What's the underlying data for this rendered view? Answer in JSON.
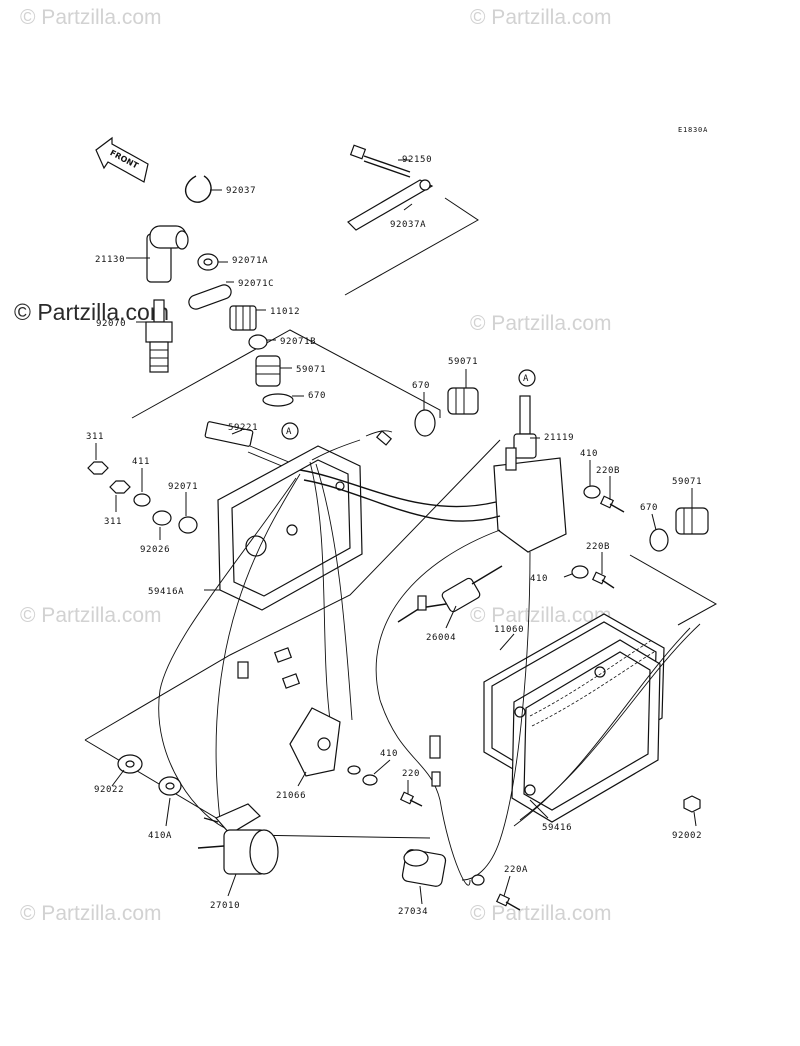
{
  "diagram": {
    "code": "E1830A",
    "front_label": "FRONT",
    "ref_marker": "A",
    "watermark_main": "© Partzilla.com",
    "watermark_faint": "© Partzilla.com"
  },
  "parts": [
    {
      "id": "p-92150",
      "number": "92150"
    },
    {
      "id": "p-92037A",
      "number": "92037A"
    },
    {
      "id": "p-92037",
      "number": "92037"
    },
    {
      "id": "p-21130",
      "number": "21130"
    },
    {
      "id": "p-92071A",
      "number": "92071A"
    },
    {
      "id": "p-92071C",
      "number": "92071C"
    },
    {
      "id": "p-11012",
      "number": "11012"
    },
    {
      "id": "p-92070",
      "number": "92070"
    },
    {
      "id": "p-92071B",
      "number": "92071B"
    },
    {
      "id": "p-59071a",
      "number": "59071"
    },
    {
      "id": "p-670a",
      "number": "670"
    },
    {
      "id": "p-59221",
      "number": "59221"
    },
    {
      "id": "p-311a",
      "number": "311"
    },
    {
      "id": "p-411",
      "number": "411"
    },
    {
      "id": "p-311b",
      "number": "311"
    },
    {
      "id": "p-92071",
      "number": "92071"
    },
    {
      "id": "p-92026",
      "number": "92026"
    },
    {
      "id": "p-59416A",
      "number": "59416A"
    },
    {
      "id": "p-59071b",
      "number": "59071"
    },
    {
      "id": "p-670b",
      "number": "670"
    },
    {
      "id": "p-21119",
      "number": "21119"
    },
    {
      "id": "p-410a",
      "number": "410"
    },
    {
      "id": "p-220Ba",
      "number": "220B"
    },
    {
      "id": "p-59071c",
      "number": "59071"
    },
    {
      "id": "p-670c",
      "number": "670"
    },
    {
      "id": "p-220Bb",
      "number": "220B"
    },
    {
      "id": "p-410b",
      "number": "410"
    },
    {
      "id": "p-26004",
      "number": "26004"
    },
    {
      "id": "p-11060",
      "number": "11060"
    },
    {
      "id": "p-92022",
      "number": "92022"
    },
    {
      "id": "p-410A",
      "number": "410A"
    },
    {
      "id": "p-21066",
      "number": "21066"
    },
    {
      "id": "p-410c",
      "number": "410"
    },
    {
      "id": "p-220",
      "number": "220"
    },
    {
      "id": "p-59416",
      "number": "59416"
    },
    {
      "id": "p-92002",
      "number": "92002"
    },
    {
      "id": "p-27010",
      "number": "27010"
    },
    {
      "id": "p-27034",
      "number": "27034"
    },
    {
      "id": "p-220A",
      "number": "220A"
    }
  ]
}
